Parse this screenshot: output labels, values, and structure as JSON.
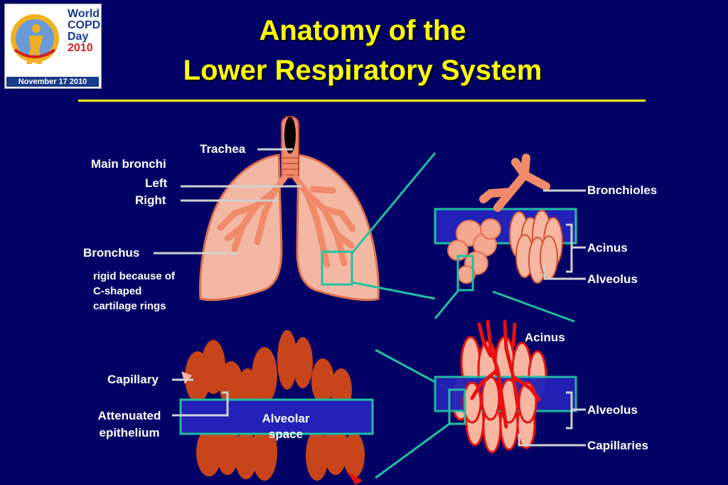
{
  "logo": {
    "line1": "World",
    "line2": "COPD",
    "line3": "Day",
    "year": "2010",
    "date": "November 17 2010"
  },
  "title": {
    "line1": "Anatomy of the",
    "line2": "Lower Respiratory System"
  },
  "labels": {
    "trachea": "Trachea",
    "main_bronchi": "Main bronchi",
    "left": "Left",
    "right": "Right",
    "bronchus": "Bronchus",
    "bronchus_note_1": "rigid because of",
    "bronchus_note_2": "C-shaped",
    "bronchus_note_3": "cartilage rings",
    "bronchioles": "Bronchioles",
    "acinus_top": "Acinus",
    "alveolus_top": "Alveolus",
    "acinus_mid": "Acinus",
    "alveolus_bottom": "Alveolus",
    "capillaries": "Capillaries",
    "capillary": "Capillary",
    "attenuated_1": "Attenuated",
    "attenuated_2": "epithelium",
    "alveolar_1": "Alveolar",
    "alveolar_2": "space"
  },
  "colors": {
    "background": "#020266",
    "title": "#ffff00",
    "lung": "#f2b8a4",
    "airway": "#f08a6a",
    "tissue": "#c8441a",
    "highlight_box": "#20c0a0",
    "blue_band": "#2222b8",
    "blood": "#e81010"
  }
}
